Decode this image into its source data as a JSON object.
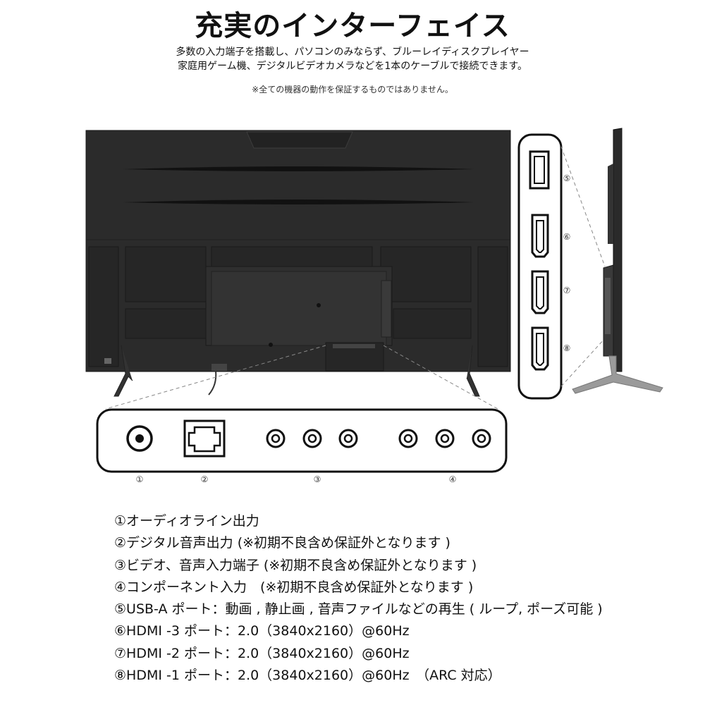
{
  "header": {
    "title": "充実のインターフェイス",
    "description_line1": "多数の入力端子を搭載し、パソコンのみならず、ブルーレイディスクプレイヤー",
    "description_line2": "家庭用ゲーム機、デジタルビデオカメラなどを1本のケーブルで接続できます。",
    "note": "※全ての機器の動作を保証するものではありません。"
  },
  "diagram": {
    "bottom_panel_labels": [
      "①",
      "②",
      "③",
      "④"
    ],
    "side_panel_labels": [
      "⑤",
      "⑥",
      "⑦",
      "⑧"
    ],
    "colors": {
      "tv_body": "#2b2b2b",
      "tv_dark": "#1c1c1c",
      "panel_stroke": "#111111",
      "stand": "#9a9a9a"
    }
  },
  "legend": {
    "items": [
      "①オーディオライン出力",
      "②デジタル音声出力 (※初期不良含め保証外となります )",
      "③ビデオ、音声入力端子 (※初期不良含め保証外となります )",
      "④コンポーネント入力　(※初期不良含め保証外となります )",
      "⑤USB-A ポート：動画 , 静止画 , 音声ファイルなどの再生 ( ループ, ポーズ可能 )",
      "⑥HDMI -3 ポート：2.0（3840x2160）@60Hz",
      "⑦HDMI -2 ポート：2.0（3840x2160）@60Hz",
      "⑧HDMI -1 ポート：2.0（3840x2160）@60Hz　（ARC 対応）"
    ]
  }
}
